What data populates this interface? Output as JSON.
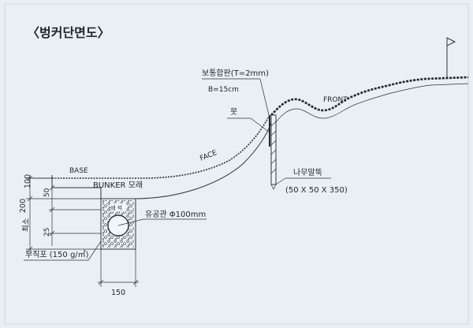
{
  "title": "〈벙커단면도〉",
  "labels": {
    "base": "BASE",
    "face": "FACE",
    "front": "FRONT",
    "bunker_sand": "BUNKER 모래",
    "board_spec": "보통합판(T=2mm)",
    "board_width": "B=15cm",
    "nail": "못",
    "wood_stake": "나무말뚝",
    "stake_size": "(50 X 50 X 350)",
    "gravel": "쇄 석",
    "drain_pipe": "유공관 Φ100mm",
    "nonwoven": "부직포 (150 g/㎡)"
  },
  "dimensions": {
    "left_100": "100",
    "left_200": "200",
    "left_min": "최소",
    "inner_50": "50",
    "inner_25": "25",
    "bottom_150": "150"
  },
  "colors": {
    "background": "#e9eff3",
    "line": "#2a333c",
    "text": "#1c2630"
  }
}
